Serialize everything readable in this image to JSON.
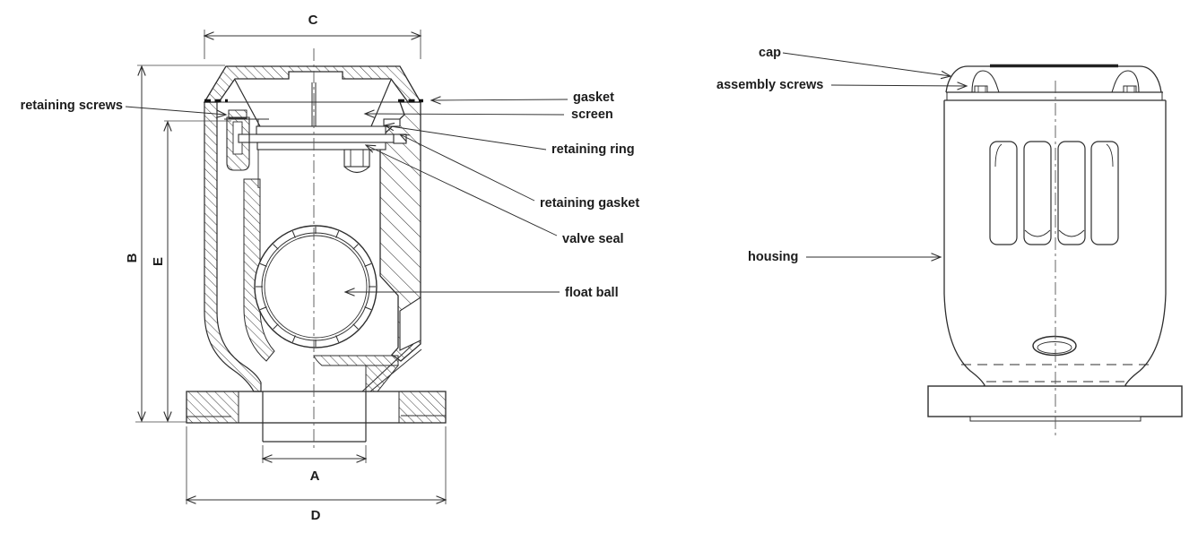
{
  "diagram": {
    "section_view": {
      "part_labels": {
        "retaining_screws": "retaining screws",
        "gasket": "gasket",
        "screen": "screen",
        "retaining_ring": "retaining ring",
        "retaining_gasket": "retaining gasket",
        "valve_seal": "valve seal",
        "float_ball": "float ball"
      },
      "dimension_labels": {
        "a": "A",
        "b": "B",
        "c": "C",
        "d": "D",
        "e": "E"
      }
    },
    "external_view": {
      "part_labels": {
        "cap": "cap",
        "assembly_screws": "assembly screws",
        "housing": "housing"
      }
    },
    "colors": {
      "line": "#2e2e2e",
      "background": "#ffffff"
    }
  }
}
